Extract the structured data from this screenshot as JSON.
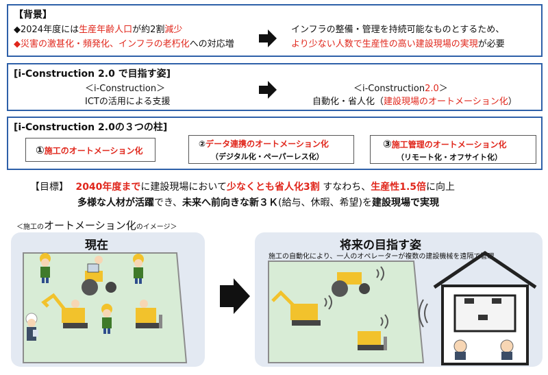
{
  "background": {
    "heading": "【背景】",
    "bullet1_prefix": "◆2024年度には",
    "bullet1_red": "生産年齢人口",
    "bullet1_mid": "が約2割",
    "bullet1_red2": "減少",
    "bullet2_red": "◆災害の激甚化・頻発化、インフラの老朽化",
    "bullet2_suffix": "への対応増",
    "result_line1": "インフラの整備・管理を持続可能なものとするため、",
    "result_line2_red": "より少ない人数で生産性の高い建設現場の実現",
    "result_line2_suffix": "が必要"
  },
  "vision": {
    "heading": "[i-Construction 2.0 で目指す姿]",
    "old_title": "＜i-Construction＞",
    "old_desc": "ICTの活用による支援",
    "new_title_prefix": "＜i-Construction",
    "new_title_red": "2.0",
    "new_title_suffix": "＞",
    "new_desc_prefix": "自動化・省人化（",
    "new_desc_red": "建設現場のオートメーション化",
    "new_desc_suffix": "）"
  },
  "pillars": {
    "heading": "[i-Construction 2.0の３つの柱]",
    "items": [
      {
        "num": "①",
        "title": "施工のオートメーション化",
        "sub": ""
      },
      {
        "num": "②",
        "title": "データ連携のオートメーション化",
        "sub": "（デジタル化・ペーパーレス化）"
      },
      {
        "num": "③",
        "title": "施工管理のオートメーション化",
        "sub": "（リモート化・オフサイト化）"
      }
    ]
  },
  "goal": {
    "label": "【目標】",
    "part1_red": "2040年度まで",
    "part2": "に建設現場において",
    "part3_red": "少なくとも省人化3割",
    "part4": " すなわち、",
    "part5_red": "生産性1.5倍",
    "part6": "に向上",
    "line2_a": "多様な人材が活躍",
    "line2_b": "でき、",
    "line2_c": "未来へ前向きな新３Ｋ",
    "line2_d": "(給与、休暇、希望)を",
    "line2_e": "建設現場で実現"
  },
  "image_section": {
    "caption_prefix": "＜施工の",
    "caption_big": "オートメーション化",
    "caption_suffix": "のイメージ＞",
    "current_title": "現在",
    "future_title": "将来の目指す姿",
    "future_desc": "施工の自動化により、一人のオペレーターが複数の建設機械を遠隔で管理"
  },
  "colors": {
    "accent_red": "#e0261b",
    "frame_blue": "#2d5fa8",
    "panel_bg": "#e3e9f2",
    "ground": "#d8ecd6"
  }
}
